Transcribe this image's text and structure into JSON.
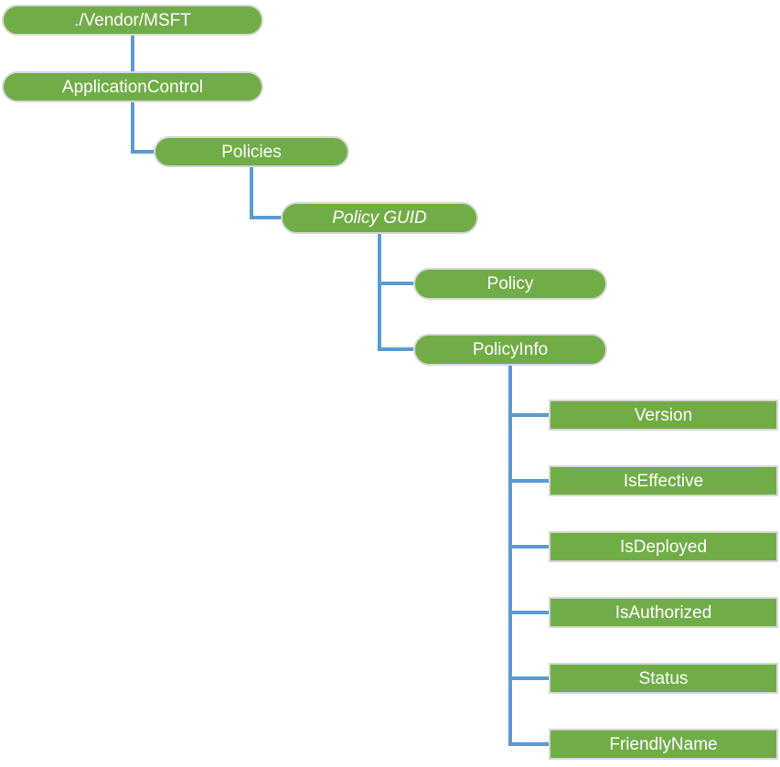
{
  "diagram": {
    "kind": "tree-diagram",
    "colors": {
      "node_fill": "#70AD47",
      "node_border": "#D8D8D8",
      "connector": "#5B9BD5",
      "text": "#FFFFFF",
      "background": "#FFFFFF"
    },
    "nodes": [
      {
        "id": "vendor-msft",
        "label": "./Vendor/MSFT",
        "shape": "pill",
        "italic": false,
        "parent": null
      },
      {
        "id": "application-control",
        "label": "ApplicationControl",
        "shape": "pill",
        "italic": false,
        "parent": "vendor-msft"
      },
      {
        "id": "policies",
        "label": "Policies",
        "shape": "pill",
        "italic": false,
        "parent": "application-control"
      },
      {
        "id": "policy-guid",
        "label": "Policy GUID",
        "shape": "pill",
        "italic": true,
        "parent": "policies"
      },
      {
        "id": "policy",
        "label": "Policy",
        "shape": "pill",
        "italic": false,
        "parent": "policy-guid"
      },
      {
        "id": "policy-info",
        "label": "PolicyInfo",
        "shape": "pill",
        "italic": false,
        "parent": "policy-guid"
      },
      {
        "id": "version",
        "label": "Version",
        "shape": "rect",
        "italic": false,
        "parent": "policy-info"
      },
      {
        "id": "is-effective",
        "label": "IsEffective",
        "shape": "rect",
        "italic": false,
        "parent": "policy-info"
      },
      {
        "id": "is-deployed",
        "label": "IsDeployed",
        "shape": "rect",
        "italic": false,
        "parent": "policy-info"
      },
      {
        "id": "is-authorized",
        "label": "IsAuthorized",
        "shape": "rect",
        "italic": false,
        "parent": "policy-info"
      },
      {
        "id": "status",
        "label": "Status",
        "shape": "rect",
        "italic": false,
        "parent": "policy-info"
      },
      {
        "id": "friendly-name",
        "label": "FriendlyName",
        "shape": "rect",
        "italic": false,
        "parent": "policy-info"
      }
    ]
  }
}
